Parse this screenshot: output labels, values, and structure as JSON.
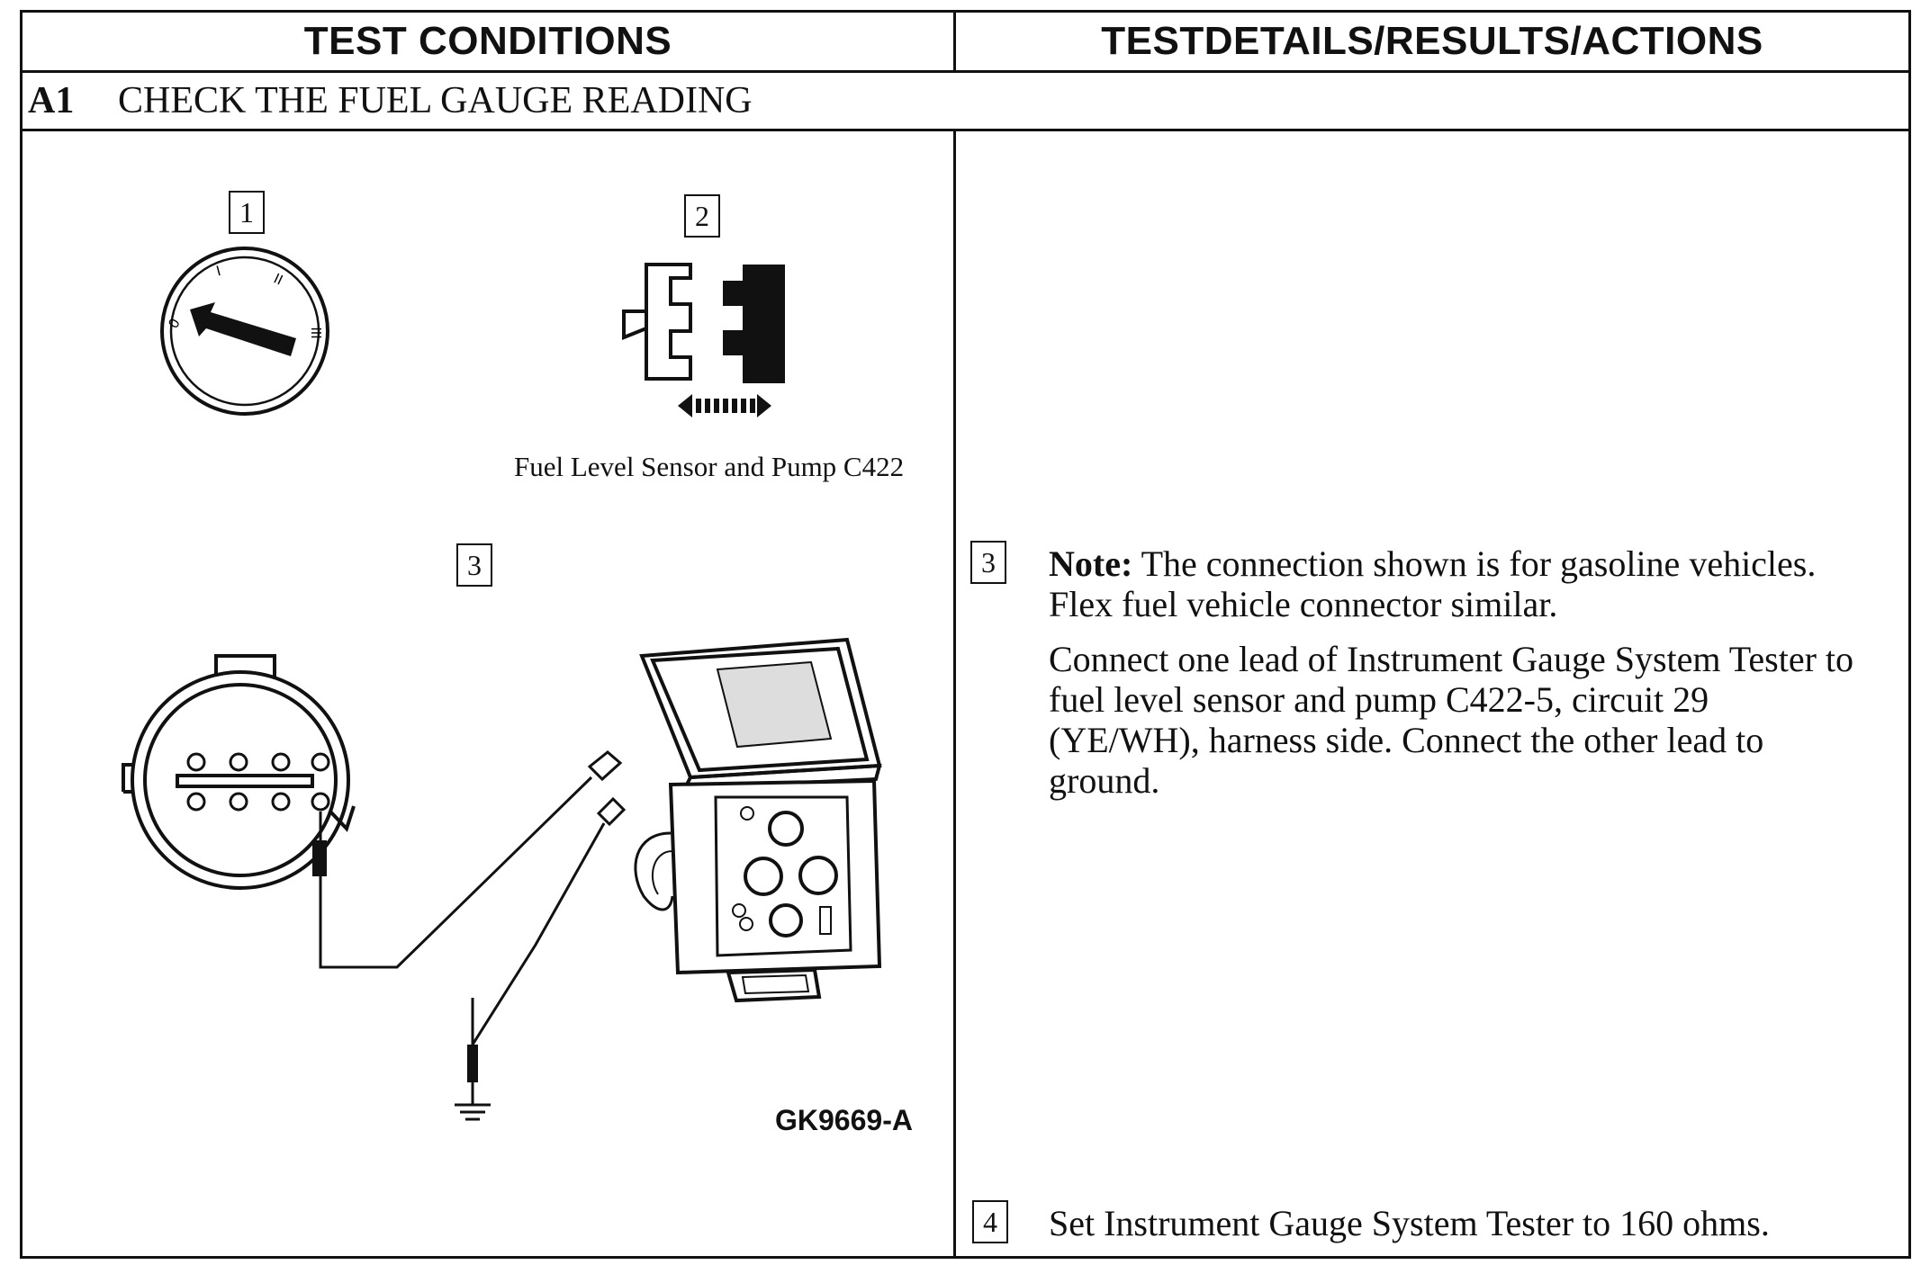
{
  "header": {
    "left": "TEST CONDITIONS",
    "right": "TESTDETAILS/RESULTS/ACTIONS"
  },
  "step": {
    "id": "A1",
    "title": "CHECK THE FUEL GAUGE READING"
  },
  "diagram": {
    "callouts": [
      "1",
      "2",
      "3"
    ],
    "ignition_marks": [
      "0",
      "I",
      "II",
      "III"
    ],
    "connector_caption": "Fuel Level Sensor and Pump C422",
    "figure_id": "GK9669-A"
  },
  "details": {
    "item3": {
      "number": "3",
      "note_label": "Note:",
      "note_text": "The connection shown is for gasoline vehicles. Flex fuel vehicle connector similar.",
      "instruction": "Connect one lead of Instrument Gauge System Tester to fuel level sensor and pump C422-5, circuit 29 (YE/WH), harness side. Connect the other lead to ground."
    },
    "item4": {
      "number": "4",
      "instruction": "Set Instrument Gauge System Tester to 160 ohms."
    }
  }
}
